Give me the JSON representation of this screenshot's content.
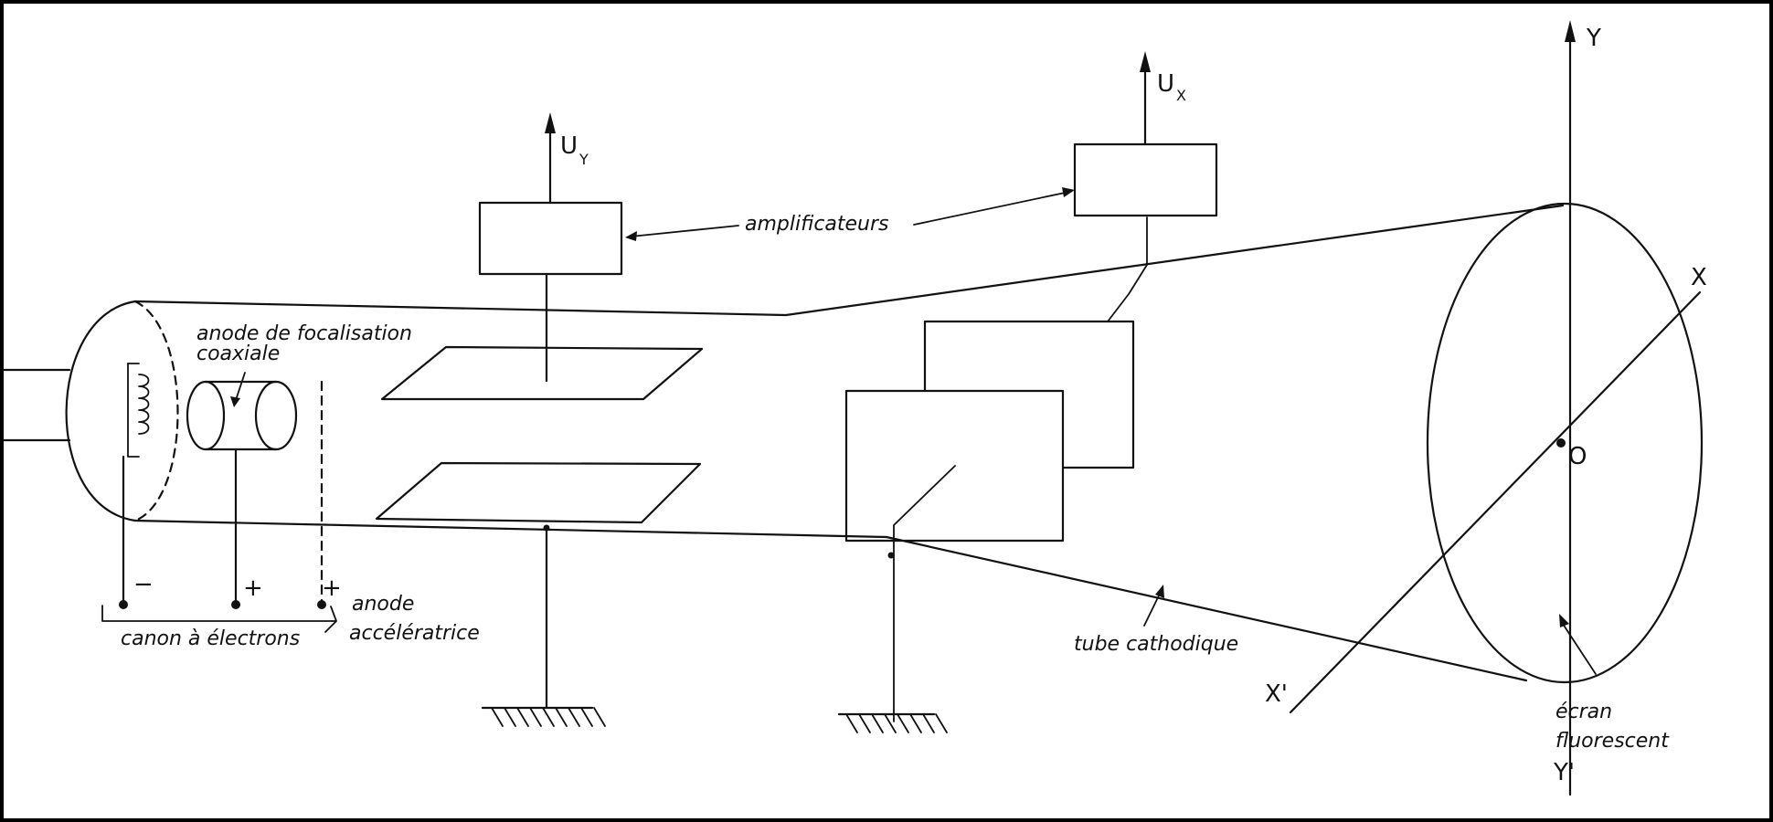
{
  "labels": {
    "uy_main": "U",
    "uy_sub": "Y",
    "ux_main": "U",
    "ux_sub": "X",
    "axis_y": "Y",
    "axis_y_prime": "Y'",
    "axis_x": "X",
    "axis_x_prime": "X'",
    "origin": "O",
    "amplificateurs": "amplificateurs",
    "anode_focus_1": "anode de focalisation",
    "anode_focus_2": "coaxiale",
    "minus": "−",
    "plus1": "+",
    "plus2": "+",
    "anode_acc_1": "anode",
    "anode_acc_2": "accélératrice",
    "canon": "canon à électrons",
    "tube": "tube cathodique",
    "ecran_1": "écran",
    "ecran_2": "fluorescent"
  }
}
